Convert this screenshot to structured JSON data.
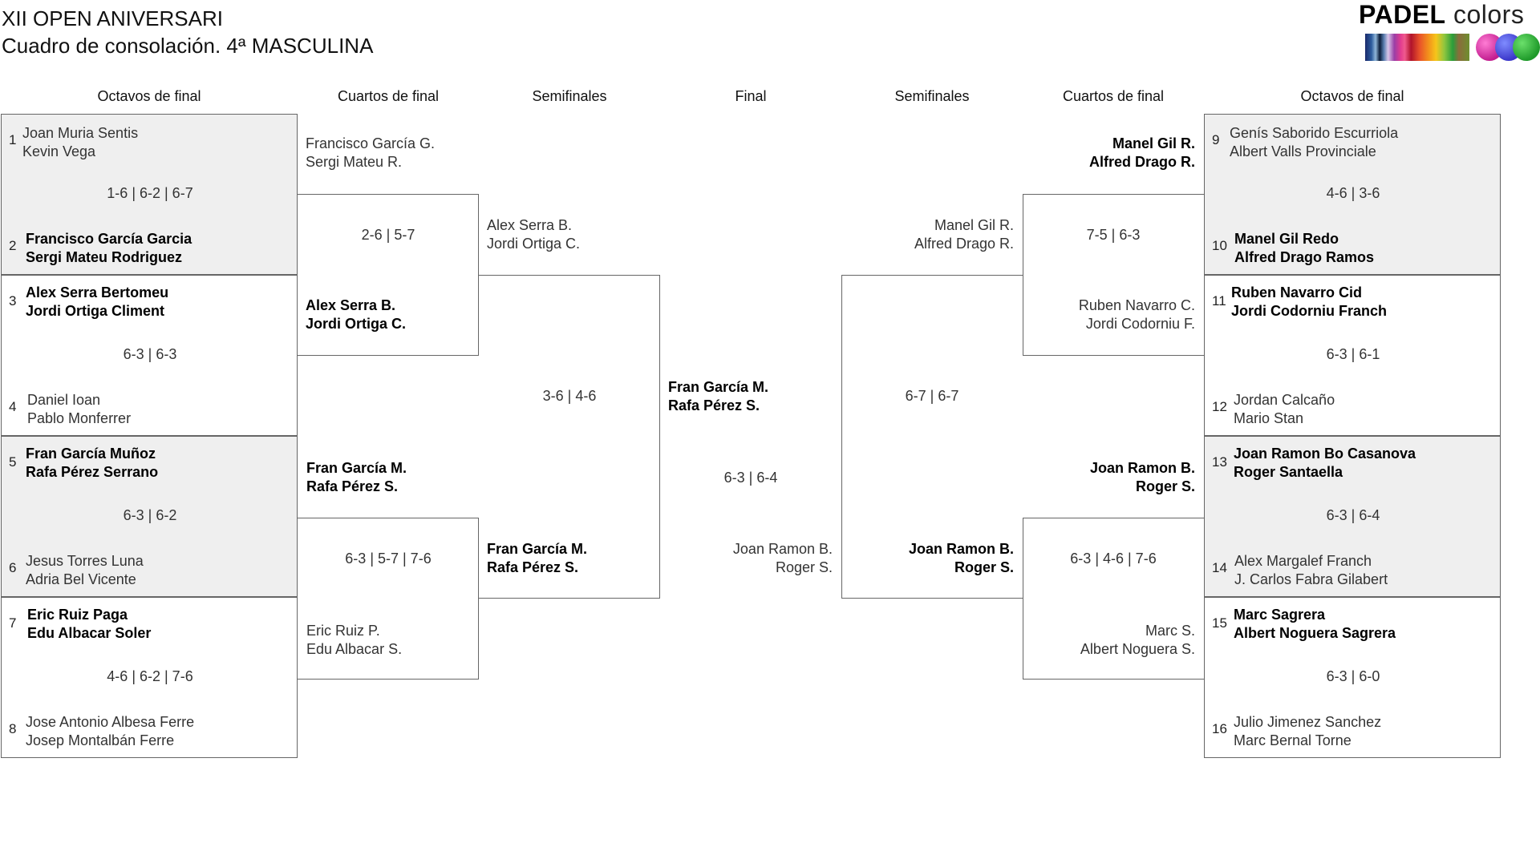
{
  "header": {
    "line1": "XII OPEN ANIVERSARI",
    "line2": "Cuadro de consolación. 4ª MASCULINA",
    "logo_bold": "PADEL",
    "logo_light": "colors"
  },
  "columns": {
    "left_r16": "Octavos de final",
    "left_qf": "Cuartos de final",
    "left_sf": "Semifinales",
    "final": "Final",
    "right_sf": "Semifinales",
    "right_qf": "Cuartos de final",
    "right_r16": "Octavos de final"
  },
  "r16": [
    {
      "seed_a": "1",
      "team_a": [
        "Joan Muria Sentis",
        "Kevin Vega"
      ],
      "score": "1-6 | 6-2 | 6-7",
      "seed_b": "2",
      "team_b": [
        "Francisco García Garcia",
        "Sergi Mateu Rodriguez"
      ]
    },
    {
      "seed_a": "3",
      "team_a": [
        "Alex Serra Bertomeu",
        "Jordi Ortiga Climent"
      ],
      "score": "6-3 | 6-3",
      "seed_b": "4",
      "team_b": [
        "Daniel Ioan",
        "Pablo Monferrer"
      ]
    },
    {
      "seed_a": "5",
      "team_a": [
        "Fran García Muñoz",
        "Rafa Pérez Serrano"
      ],
      "score": "6-3 | 6-2",
      "seed_b": "6",
      "team_b": [
        "Jesus Torres Luna",
        "Adria Bel Vicente"
      ]
    },
    {
      "seed_a": "7",
      "team_a": [
        "Eric Ruiz Paga",
        "Edu Albacar Soler"
      ],
      "score": "4-6 | 6-2 | 7-6",
      "seed_b": "8",
      "team_b": [
        "Jose Antonio Albesa Ferre",
        "Josep Montalbán Ferre"
      ]
    },
    {
      "seed_a": "9",
      "team_a": [
        "Genís Saborido Escurriola",
        "Albert Valls Provinciale"
      ],
      "score": "4-6 | 3-6",
      "seed_b": "10",
      "team_b": [
        "Manel Gil Redo",
        "Alfred Drago Ramos"
      ]
    },
    {
      "seed_a": "11",
      "team_a": [
        "Ruben Navarro Cid",
        "Jordi Codorniu Franch"
      ],
      "score": "6-3 | 6-1",
      "seed_b": "12",
      "team_b": [
        "Jordan Calcaño",
        "Mario Stan"
      ]
    },
    {
      "seed_a": "13",
      "team_a": [
        "Joan Ramon Bo Casanova",
        "Roger Santaella"
      ],
      "score": "6-3 | 6-4",
      "seed_b": "14",
      "team_b": [
        "Alex Margalef Franch",
        "J. Carlos Fabra Gilabert"
      ]
    },
    {
      "seed_a": "15",
      "team_a": [
        "Marc Sagrera",
        "Albert Noguera Sagrera"
      ],
      "score": "6-3 | 6-0",
      "seed_b": "16",
      "team_b": [
        "Julio Jimenez Sanchez",
        "Marc Bernal Torne"
      ]
    }
  ],
  "qf_left": [
    {
      "team_a": [
        "Francisco García G.",
        "Sergi Mateu R."
      ],
      "score": "2-6 | 5-7",
      "team_b": [
        "Alex Serra B.",
        "Jordi Ortiga C."
      ]
    },
    {
      "team_a": [
        "Fran García M.",
        "Rafa Pérez S."
      ],
      "score": "6-3 | 5-7 | 7-6",
      "team_b": [
        "Eric Ruiz P.",
        "Edu Albacar S."
      ]
    }
  ],
  "qf_right": [
    {
      "team_a": [
        "Manel Gil R.",
        "Alfred Drago R."
      ],
      "score": "7-5 | 6-3",
      "team_b": [
        "Ruben Navarro C.",
        "Jordi Codorniu F."
      ]
    },
    {
      "team_a": [
        "Joan Ramon B.",
        "Roger S."
      ],
      "score": "6-3 | 4-6 | 7-6",
      "team_b": [
        "Marc S.",
        "Albert Noguera S."
      ]
    }
  ],
  "sf_left": {
    "team_a": [
      "Alex Serra B.",
      "Jordi Ortiga C."
    ],
    "score": "3-6 | 4-6",
    "team_b": [
      "Fran García M.",
      "Rafa Pérez S."
    ]
  },
  "sf_right": {
    "team_a": [
      "Manel Gil R.",
      "Alfred Drago R."
    ],
    "score": "6-7 | 6-7",
    "team_b": [
      "Joan Ramon B.",
      "Roger S."
    ]
  },
  "final": {
    "team_a": [
      "Fran García M.",
      "Rafa Pérez S."
    ],
    "score": "6-3 | 6-4",
    "team_b": [
      "Joan Ramon B.",
      "Roger S."
    ]
  }
}
